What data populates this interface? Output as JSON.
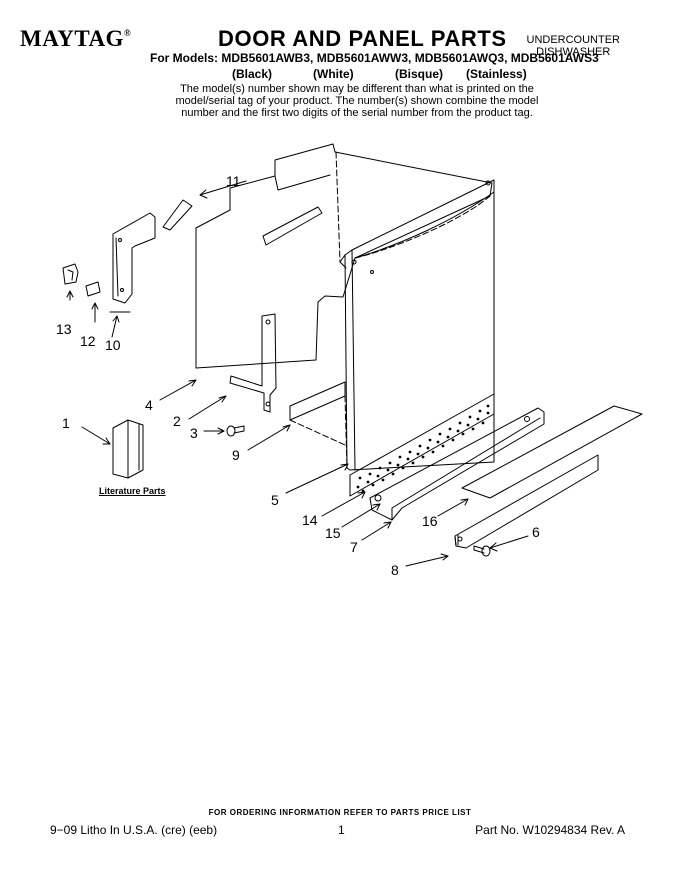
{
  "header": {
    "brand": "MAYTAG",
    "brand_mark": "®",
    "title": "DOOR AND PANEL PARTS",
    "product_line1": "UNDERCOUNTER",
    "product_line2": "DISHWASHER",
    "models_line": "For Models: MDB5601AWB3, MDB5601AWW3, MDB5601AWQ3, MDB5601AWS3",
    "variants": [
      "(Black)",
      "(White)",
      "(Bisque)",
      "(Stainless)"
    ],
    "note": "The model(s) number shown may be different than what is printed on the model/serial tag of your product. The number(s) shown combine the model number and the first two digits of the serial number from the product tag."
  },
  "diagram": {
    "literature_label": "Literature Parts",
    "callouts": [
      "1",
      "2",
      "3",
      "4",
      "5",
      "6",
      "7",
      "8",
      "9",
      "10",
      "11",
      "12",
      "13",
      "14",
      "15",
      "16"
    ]
  },
  "footer": {
    "ordering": "FOR ORDERING INFORMATION REFER TO PARTS PRICE LIST",
    "litho": "9−09 Litho In U.S.A. (cre) (eeb)",
    "page": "1",
    "part_no": "Part No. W10294834 Rev. A"
  }
}
